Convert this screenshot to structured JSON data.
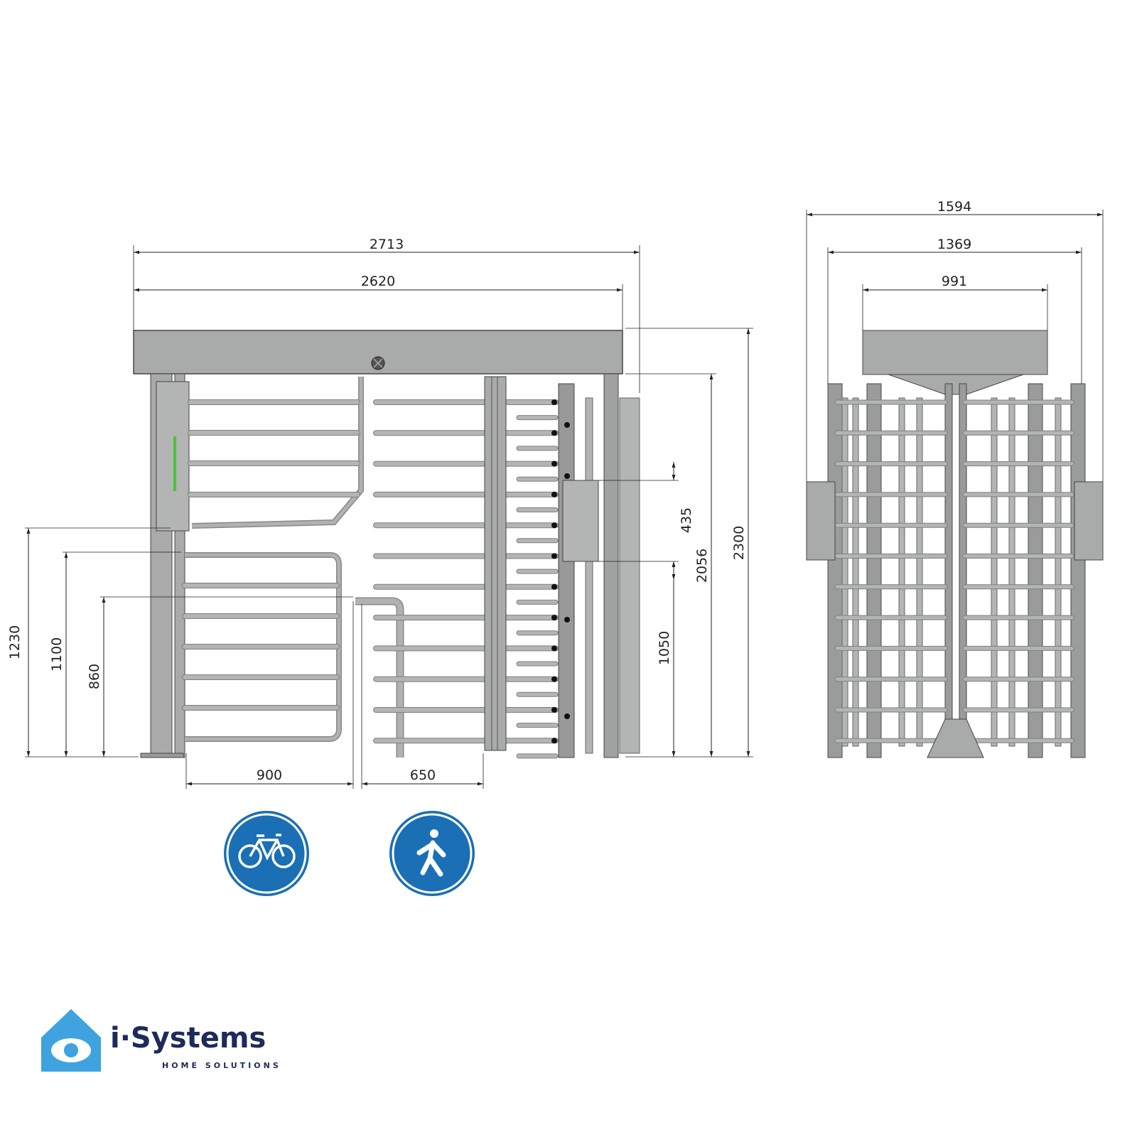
{
  "drawing": {
    "front_view": {
      "dimensions": {
        "overall_width": "2713",
        "roof_width": "2620",
        "total_height": "2300",
        "passage_height": "2056",
        "reader_box_height": "435",
        "reader_box_elevation": "1050",
        "left_panel_height": "1230",
        "gate_height": "1100",
        "handrail_height": "860",
        "bicycle_lane_width": "900",
        "pedestrian_lane_width": "650"
      }
    },
    "side_view": {
      "dimensions": {
        "overall_width": "1594",
        "frame_width": "1369",
        "roof_width": "991"
      }
    },
    "signs": [
      {
        "name": "bicycle-lane-sign",
        "color": "#1a6fb5"
      },
      {
        "name": "pedestrian-lane-sign",
        "color": "#1a6fb5"
      }
    ]
  },
  "logo": {
    "brand": "i·Systems",
    "tagline": "HOME SOLUTIONS",
    "colors": {
      "icon": "#3fa3e0",
      "text": "#1e2a5a"
    }
  },
  "colors": {
    "metal": "#a9aaaa",
    "metal_dark": "#8e8f8f",
    "line": "#222222",
    "indicator": "#4cc23a"
  }
}
